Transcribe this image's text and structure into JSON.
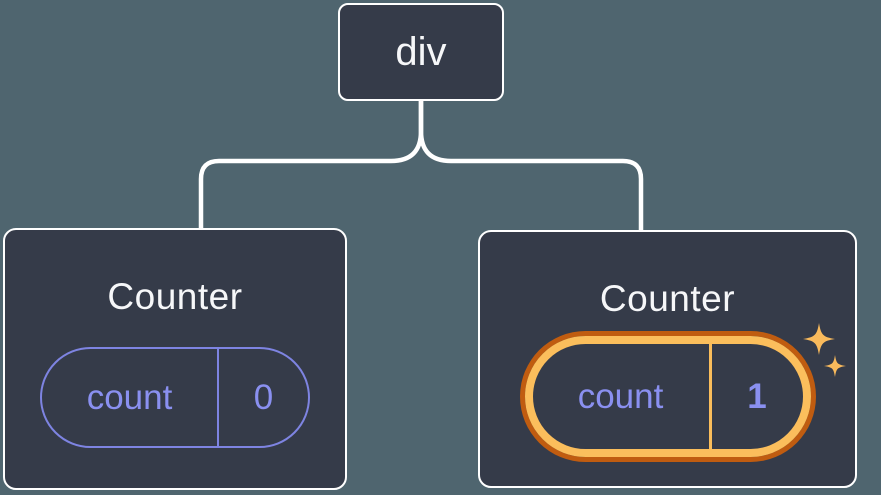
{
  "diagram": {
    "type": "react-component-tree",
    "root_node": {
      "label": "div"
    },
    "nodes": [
      {
        "title": "Counter",
        "state_key": "count",
        "state_value": "0",
        "highlighted": false
      },
      {
        "title": "Counter",
        "state_key": "count",
        "state_value": "1",
        "highlighted": true
      }
    ]
  },
  "icons": {
    "highlight": "sparkles-icon"
  },
  "colors": {
    "background": "#4F656F",
    "node_fill": "#353B49",
    "node_border": "#FFFFFF",
    "connector_line": "#FFFFFF",
    "title_text": "#F6F7F9",
    "state_text_purple": "#8A90F0",
    "state_border_purple": "#7E84E2",
    "highlight_ring_outer": "#C05C10",
    "highlight_ring_inner": "#FBBE5C",
    "highlight_divider": "#FABD5B",
    "sparkle": "#F9BA5C"
  }
}
